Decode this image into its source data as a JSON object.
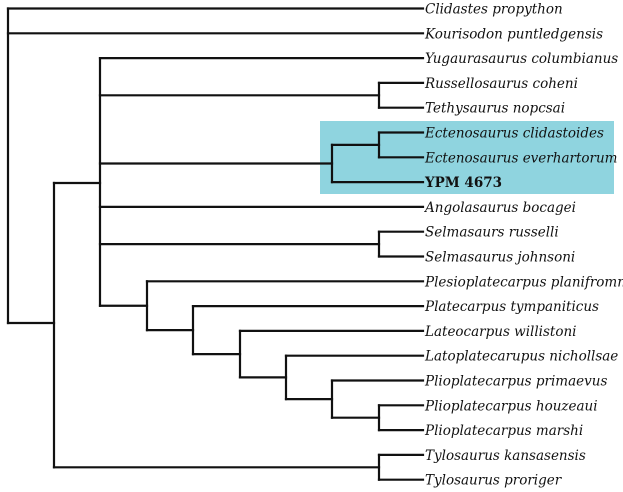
{
  "diagram": {
    "type": "phylogenetic-tree",
    "highlight_color": "#8fd4df",
    "highlighted_clade": [
      "Ectenosaurus clidastoides",
      "Ectenosaurus everhartorum",
      "YPM 4673"
    ],
    "taxa": [
      {
        "id": "t0",
        "name": "Clidastes propython",
        "bold": false
      },
      {
        "id": "t1",
        "name": "Kourisodon puntledgensis",
        "bold": false
      },
      {
        "id": "t2",
        "name": "Yugaurasaurus columbianus",
        "bold": false
      },
      {
        "id": "t3",
        "name": "Russellosaurus coheni",
        "bold": false
      },
      {
        "id": "t4",
        "name": "Tethysaurus nopcsai",
        "bold": false
      },
      {
        "id": "t5",
        "name": "Ectenosaurus clidastoides",
        "bold": false
      },
      {
        "id": "t6",
        "name": "Ectenosaurus everhartorum",
        "bold": false
      },
      {
        "id": "t7",
        "name": "YPM 4673",
        "bold": true
      },
      {
        "id": "t8",
        "name": "Angolasaurus bocagei",
        "bold": false
      },
      {
        "id": "t9",
        "name": "Selmasaurs russelli",
        "bold": false
      },
      {
        "id": "t10",
        "name": "Selmasaurus johnsoni",
        "bold": false
      },
      {
        "id": "t11",
        "name": "Plesioplatecarpus planifromns",
        "bold": false
      },
      {
        "id": "t12",
        "name": "Platecarpus tympaniticus",
        "bold": false
      },
      {
        "id": "t13",
        "name": "Lateocarpus willistoni",
        "bold": false
      },
      {
        "id": "t14",
        "name": "Latoplatecarupus nichollsae",
        "bold": false
      },
      {
        "id": "t15",
        "name": "Plioplatecarpus primaevus",
        "bold": false
      },
      {
        "id": "t16",
        "name": "Plioplatecarpus houzeaui",
        "bold": false
      },
      {
        "id": "t17",
        "name": "Plioplatecarpus marshi",
        "bold": false
      },
      {
        "id": "t18",
        "name": "Tylosaurus kansasensis",
        "bold": false
      },
      {
        "id": "t19",
        "name": "Tylosaurus proriger",
        "bold": false
      }
    ],
    "topology": [
      "t0",
      "t1",
      [
        [
          "t2",
          [
            "t3",
            "t4"
          ],
          [
            [
              "t5",
              "t6"
            ],
            "t7"
          ],
          "t8",
          [
            "t9",
            "t10"
          ],
          [
            "t11",
            [
              "t12",
              [
                "t13",
                [
                  "t14",
                  [
                    "t15",
                    [
                      "t16",
                      "t17"
                    ]
                  ]
                ]
              ]
            ]
          ]
        ],
        [
          "t18",
          "t19"
        ]
      ]
    ]
  }
}
